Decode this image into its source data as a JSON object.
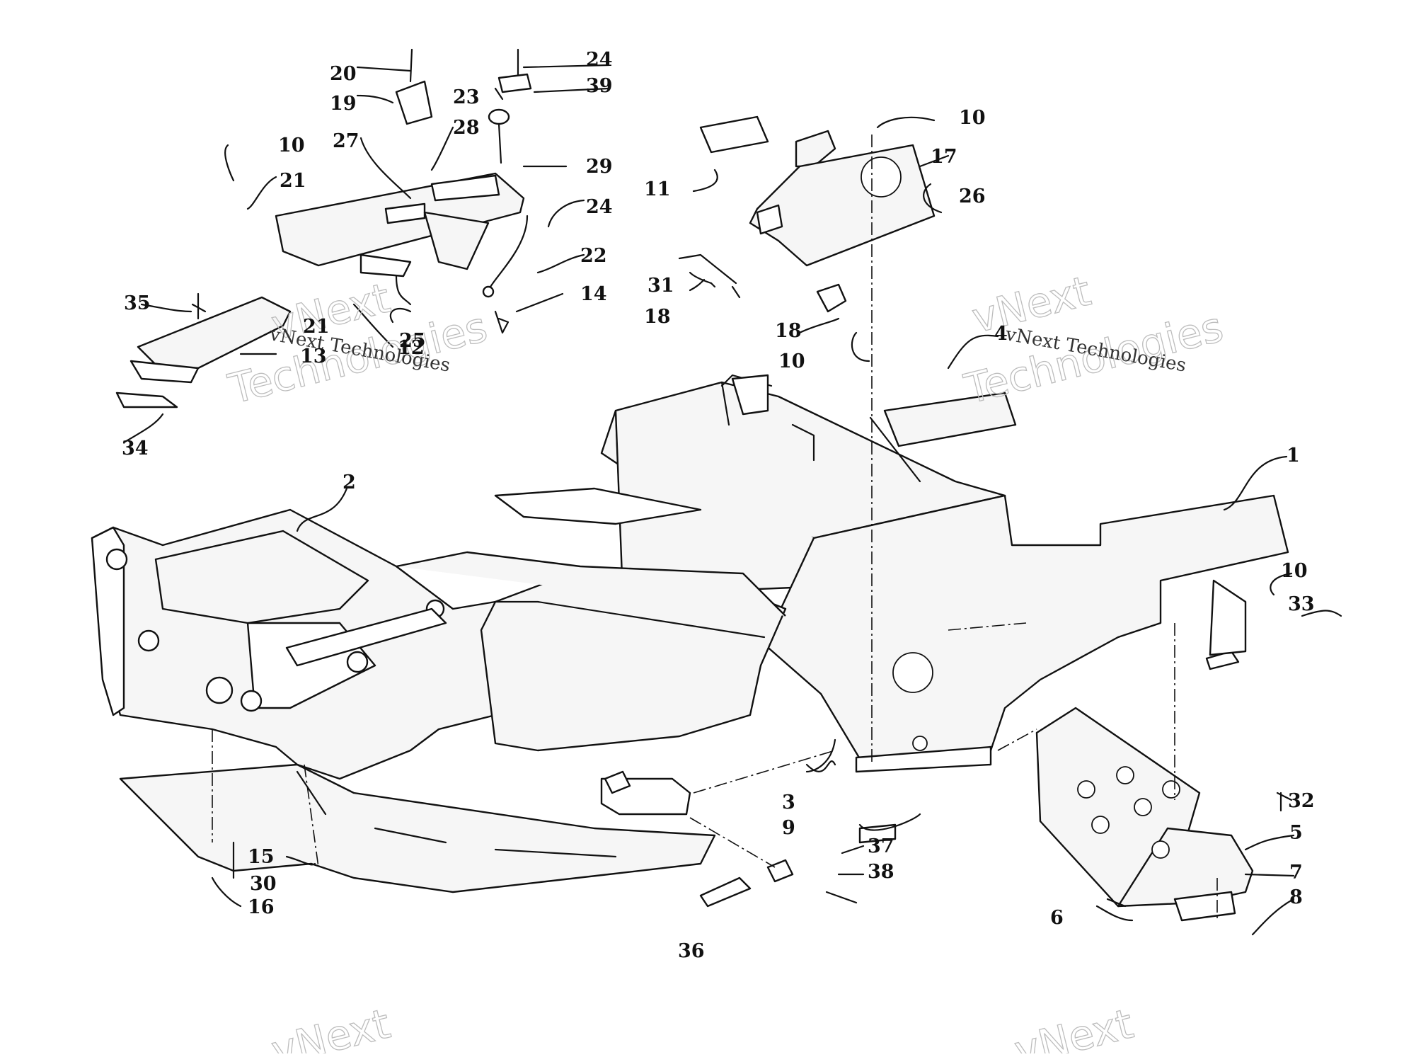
{
  "diagram": {
    "callouts": [
      {
        "id": "c1",
        "label": "1"
      },
      {
        "id": "c2",
        "label": "2"
      },
      {
        "id": "c3",
        "label": "3"
      },
      {
        "id": "c4",
        "label": "4"
      },
      {
        "id": "c5",
        "label": "5"
      },
      {
        "id": "c6",
        "label": "6"
      },
      {
        "id": "c7",
        "label": "7"
      },
      {
        "id": "c8",
        "label": "8"
      },
      {
        "id": "c9",
        "label": "9"
      },
      {
        "id": "c10a",
        "label": "10"
      },
      {
        "id": "c10b",
        "label": "10"
      },
      {
        "id": "c10c",
        "label": "10"
      },
      {
        "id": "c10d",
        "label": "10"
      },
      {
        "id": "c11",
        "label": "11"
      },
      {
        "id": "c12",
        "label": "12"
      },
      {
        "id": "c13",
        "label": "13"
      },
      {
        "id": "c14",
        "label": "14"
      },
      {
        "id": "c15",
        "label": "15"
      },
      {
        "id": "c16",
        "label": "16"
      },
      {
        "id": "c17",
        "label": "17"
      },
      {
        "id": "c18a",
        "label": "18"
      },
      {
        "id": "c18b",
        "label": "18"
      },
      {
        "id": "c19",
        "label": "19"
      },
      {
        "id": "c20",
        "label": "20"
      },
      {
        "id": "c21a",
        "label": "21"
      },
      {
        "id": "c21b",
        "label": "21"
      },
      {
        "id": "c22",
        "label": "22"
      },
      {
        "id": "c23",
        "label": "23"
      },
      {
        "id": "c24a",
        "label": "24"
      },
      {
        "id": "c24b",
        "label": "24"
      },
      {
        "id": "c25",
        "label": "25"
      },
      {
        "id": "c26",
        "label": "26"
      },
      {
        "id": "c27",
        "label": "27"
      },
      {
        "id": "c28",
        "label": "28"
      },
      {
        "id": "c29",
        "label": "29"
      },
      {
        "id": "c30",
        "label": "30"
      },
      {
        "id": "c31",
        "label": "31"
      },
      {
        "id": "c32",
        "label": "32"
      },
      {
        "id": "c33",
        "label": "33"
      },
      {
        "id": "c34",
        "label": "34"
      },
      {
        "id": "c35",
        "label": "35"
      },
      {
        "id": "c36",
        "label": "36"
      },
      {
        "id": "c37",
        "label": "37"
      },
      {
        "id": "c38",
        "label": "38"
      },
      {
        "id": "c39",
        "label": "39"
      }
    ]
  },
  "watermarks": {
    "outline_top": "vNext",
    "outline_bottom": "Technologies",
    "solid": "vNext Technologies"
  }
}
